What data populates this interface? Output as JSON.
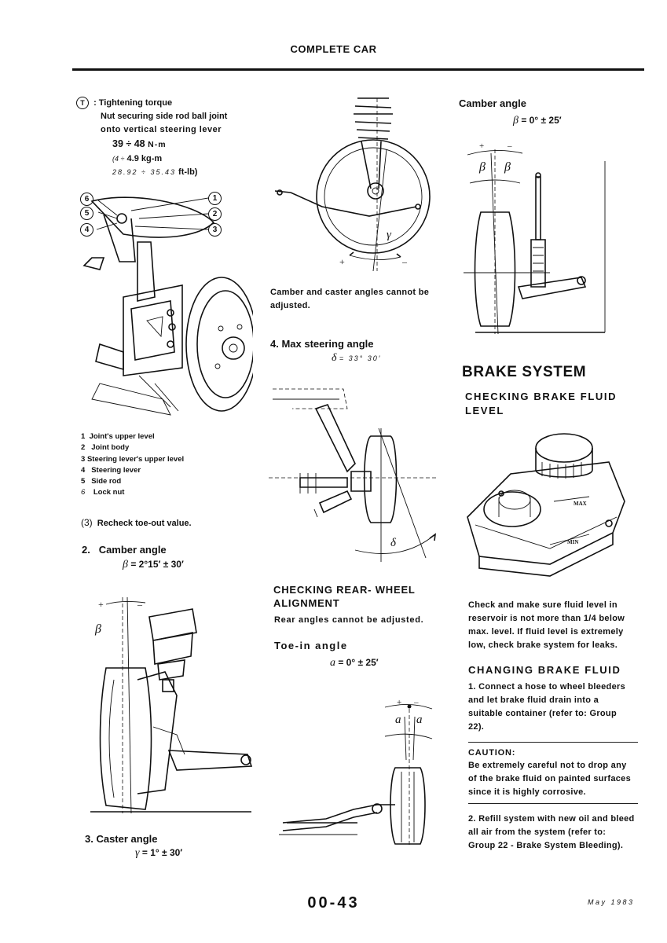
{
  "header": {
    "title": "COMPLETE CAR"
  },
  "torque": {
    "symbol": "T",
    "label": ": Tightening torque",
    "line1": "Nut securing side rod ball joint",
    "line2": "onto vertical steering lever",
    "v1": "39 ÷ 48",
    "u1": "N-m",
    "v2a": "(4 ÷",
    "v2b": "4.9 kg-m",
    "v3a": "28.92 ÷ 35.43",
    "v3b": "ft-lb)"
  },
  "legend": {
    "items": [
      {
        "num": "1",
        "text": "Joint's upper level"
      },
      {
        "num": "2",
        "text": "Joint body"
      },
      {
        "num": "3",
        "text": "Steering lever's upper level"
      },
      {
        "num": "4",
        "text": "Steering lever"
      },
      {
        "num": "5",
        "text": "Side rod"
      },
      {
        "num": "6",
        "text": "Lock nut"
      }
    ]
  },
  "callouts": [
    "1",
    "2",
    "3",
    "4",
    "5",
    "6"
  ],
  "recheck": {
    "num": "(3)",
    "text": "Recheck toe-out value."
  },
  "camber": {
    "heading_num": "2.",
    "heading": "Camber angle",
    "formula_sym": "β",
    "formula": "= 2°15′ ± 30′"
  },
  "caster": {
    "heading": "3. Caster angle",
    "formula_sym": "γ",
    "formula": "= 1° ± 30′"
  },
  "mid": {
    "note": "Camber and caster angles cannot be adjusted.",
    "max_heading": "4. Max steering angle",
    "max_sym": "δ",
    "max_formula": "= 33° 30′",
    "rear_heading": "CHECKING REAR- WHEEL ALIGNMENT",
    "rear_note": "Rear angles cannot be adjusted.",
    "toe_heading": "Toe-in angle",
    "toe_sym": "a",
    "toe_formula": "= 0° ± 25′"
  },
  "right": {
    "camber_heading": "Camber angle",
    "camber_sym": "β",
    "camber_formula": "= 0° ± 25′",
    "brake_heading": "BRAKE SYSTEM",
    "fluid_heading": "CHECKING BRAKE FLUID LEVEL",
    "fluid_para": "Check and make sure fluid level in reservoir is not more than 1/4 below max. level. If fluid level is extremely low, check brake system for leaks.",
    "change_heading": "CHANGING BRAKE FLUID",
    "step1": "1. Connect a hose to wheel bleeders and let brake fluid drain into a suitable container (refer to: Group 22).",
    "caution_title": "CAUTION:",
    "caution_text": "Be extremely careful not to drop any of the brake fluid on painted surfaces since it is highly corrosive.",
    "step2": "2. Refill system with new oil and bleed all air from the system (refer to: Group 22 - Brake System Bleeding)."
  },
  "figure_labels": {
    "plus": "+",
    "minus": "–",
    "beta": "β",
    "gamma": "γ",
    "delta": "δ",
    "alpha": "a",
    "max": "MAX",
    "min": "MIN"
  },
  "footer": {
    "page": "00-43",
    "date": "May 1983"
  }
}
